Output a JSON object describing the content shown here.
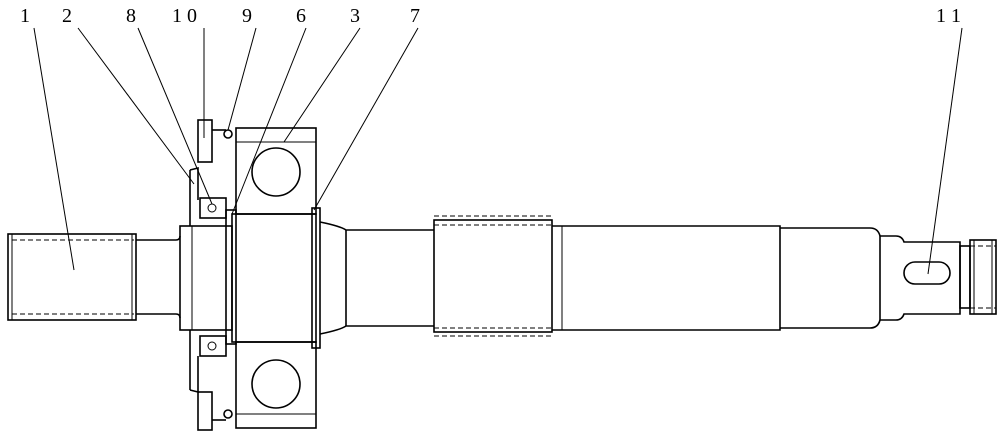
{
  "callouts": {
    "c1": "1",
    "c2": "2",
    "c8": "8",
    "c10": "1 0",
    "c9": "9",
    "c6": "6",
    "c3": "3",
    "c7": "7",
    "c11": "1 1"
  }
}
